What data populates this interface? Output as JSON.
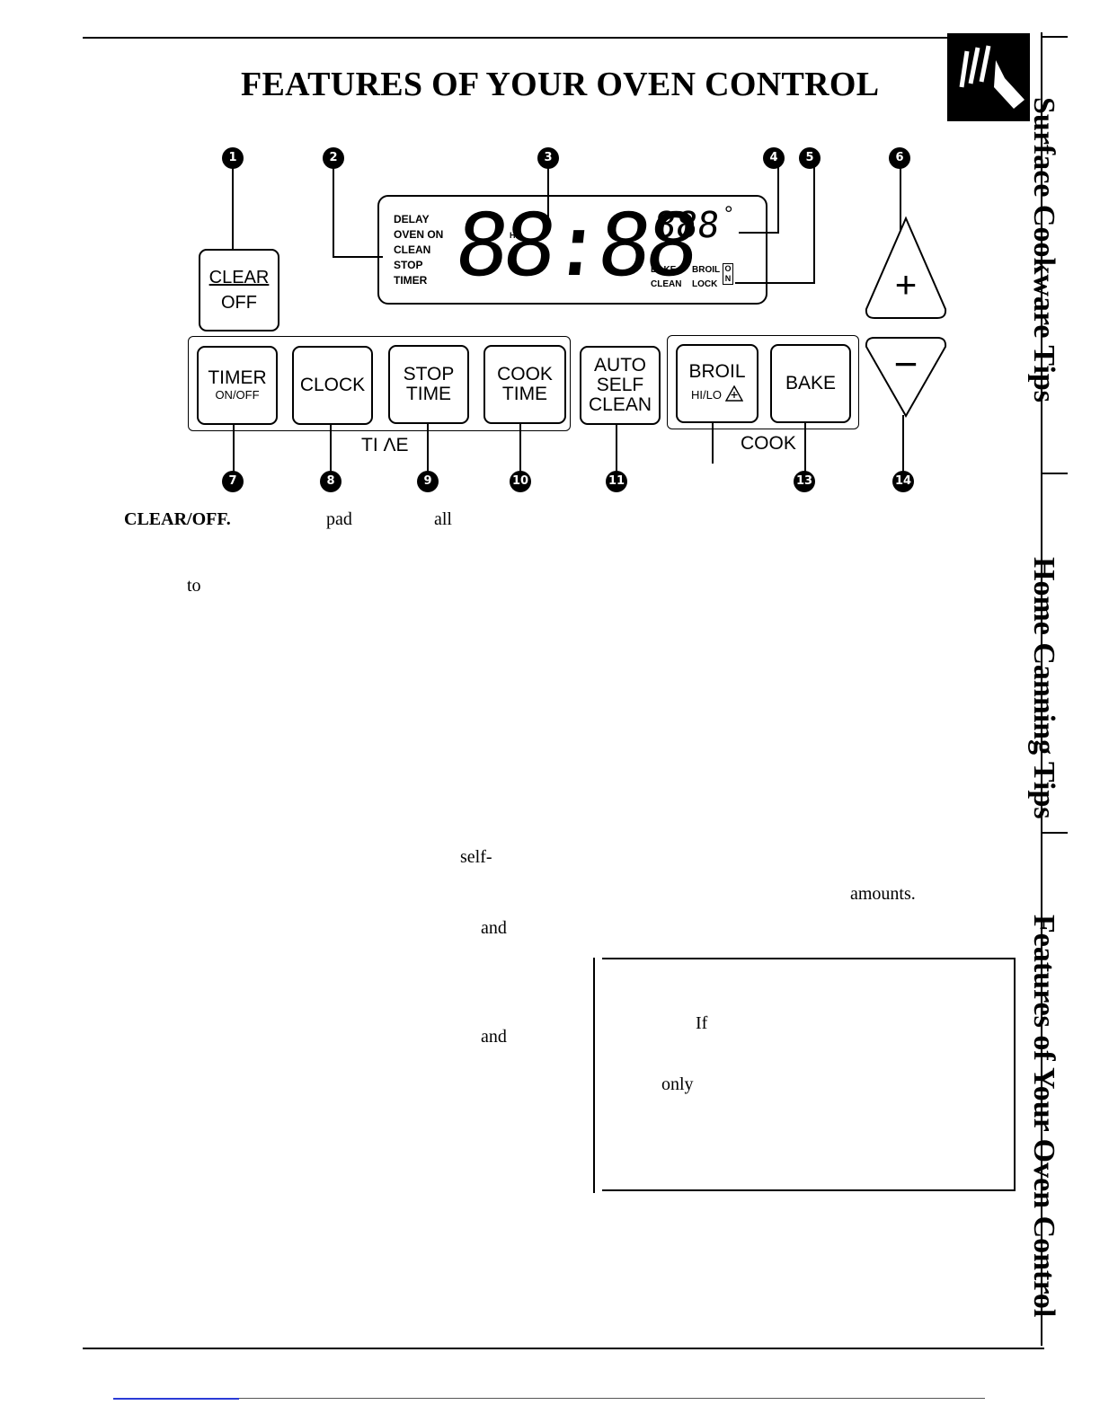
{
  "page": {
    "title": "FEATURES OF YOUR OVEN CONTROL",
    "side_tabs": [
      "Surface Cookware Tips",
      "Home Canning Tips",
      "Features of Your Oven Control"
    ]
  },
  "panel": {
    "callouts": [
      "1",
      "2",
      "3",
      "4",
      "5",
      "6",
      "7",
      "8",
      "9",
      "10",
      "11",
      "13",
      "14"
    ],
    "display": {
      "status_labels": [
        "DELAY",
        "OVEN ON",
        "CLEAN",
        "STOP",
        "TIMER"
      ],
      "hr_label": "HR",
      "clock_digits": "88:88",
      "temp_digits": "888",
      "degree": "°",
      "mode_labels": [
        "BAKE",
        "BROIL",
        "CLEAN",
        "LOCK"
      ],
      "lock_indicator": "ON"
    },
    "pads": {
      "clear_top": "CLEAR",
      "clear_bottom": "OFF",
      "timer": "TIMER",
      "timer_sub": "ON/OFF",
      "clock": "CLOCK",
      "stop_1": "STOP",
      "stop_2": "TIME",
      "cook_1": "COOK",
      "cook_2": "TIME",
      "auto_1": "AUTO",
      "auto_2": "SELF",
      "auto_3": "CLEAN",
      "broil": "BROIL",
      "broil_sub": "HI/LO",
      "bake": "BAKE",
      "plus": "+",
      "minus": "−"
    },
    "group_labels": {
      "time": "TI ΛE",
      "cook": "COOK"
    }
  },
  "body": {
    "lead_term": "CLEAR/OFF.",
    "words": [
      "pad",
      "all",
      "to",
      "self-",
      "amounts.",
      "and",
      "and"
    ],
    "box_words": [
      "If",
      "only"
    ]
  }
}
